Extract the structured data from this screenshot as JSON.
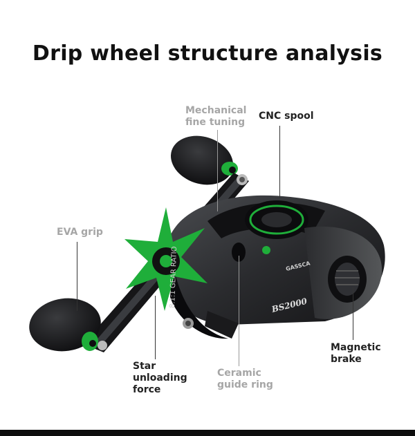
{
  "title": "Drip wheel structure analysis",
  "product": {
    "brand_text": "GASSCA",
    "model_text": "BS2000",
    "gear_ratio_text": "8.1:1 GEAR RATIO"
  },
  "labels": {
    "mechanical_line1": "Mechanical",
    "mechanical_line2": "fine tuning",
    "cnc_spool": "CNC spool",
    "eva_grip": "EVA grip",
    "magnetic_line1": "Magnetic",
    "magnetic_line2": "brake",
    "star_line1": "Star",
    "star_line2": "unloading",
    "star_line3": "force",
    "ceramic_line1": "Ceramic",
    "ceramic_line2": "guide ring"
  },
  "colors": {
    "accent_green": "#1fae3a",
    "body_black": "#1c1d1f",
    "body_grey": "#3a3c40",
    "label_dark": "#222222",
    "label_light": "#a6a6a6"
  }
}
